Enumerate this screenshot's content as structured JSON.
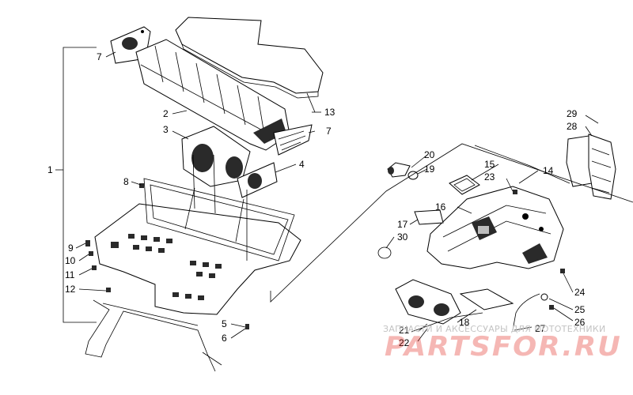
{
  "callouts": [
    {
      "id": "c1",
      "text": "1"
    },
    {
      "id": "c2",
      "text": "2"
    },
    {
      "id": "c3",
      "text": "3"
    },
    {
      "id": "c4",
      "text": "4"
    },
    {
      "id": "c5",
      "text": "5"
    },
    {
      "id": "c6",
      "text": "6"
    },
    {
      "id": "c7a",
      "text": "7"
    },
    {
      "id": "c7b",
      "text": "7"
    },
    {
      "id": "c8",
      "text": "8"
    },
    {
      "id": "c9",
      "text": "9"
    },
    {
      "id": "c10",
      "text": "10"
    },
    {
      "id": "c11",
      "text": "11"
    },
    {
      "id": "c12",
      "text": "12"
    },
    {
      "id": "c13",
      "text": "13"
    },
    {
      "id": "c14",
      "text": "14"
    },
    {
      "id": "c15",
      "text": "15"
    },
    {
      "id": "c16",
      "text": "16"
    },
    {
      "id": "c17",
      "text": "17"
    },
    {
      "id": "c18",
      "text": "18"
    },
    {
      "id": "c19",
      "text": "19"
    },
    {
      "id": "c20",
      "text": "20"
    },
    {
      "id": "c21",
      "text": "21"
    },
    {
      "id": "c22",
      "text": "22"
    },
    {
      "id": "c23",
      "text": "23"
    },
    {
      "id": "c24",
      "text": "24"
    },
    {
      "id": "c25",
      "text": "25"
    },
    {
      "id": "c26",
      "text": "26"
    },
    {
      "id": "c27",
      "text": "27"
    },
    {
      "id": "c28",
      "text": "28"
    },
    {
      "id": "c29",
      "text": "29"
    },
    {
      "id": "c30",
      "text": "30"
    }
  ],
  "watermark": {
    "caption": "ЗАПЧАСТИ И АКСЕССУАРЫ ДЛЯ МОТОТЕХНИКИ",
    "brand": "PARTSFOR.RU",
    "brand_color": "#e2231a"
  }
}
